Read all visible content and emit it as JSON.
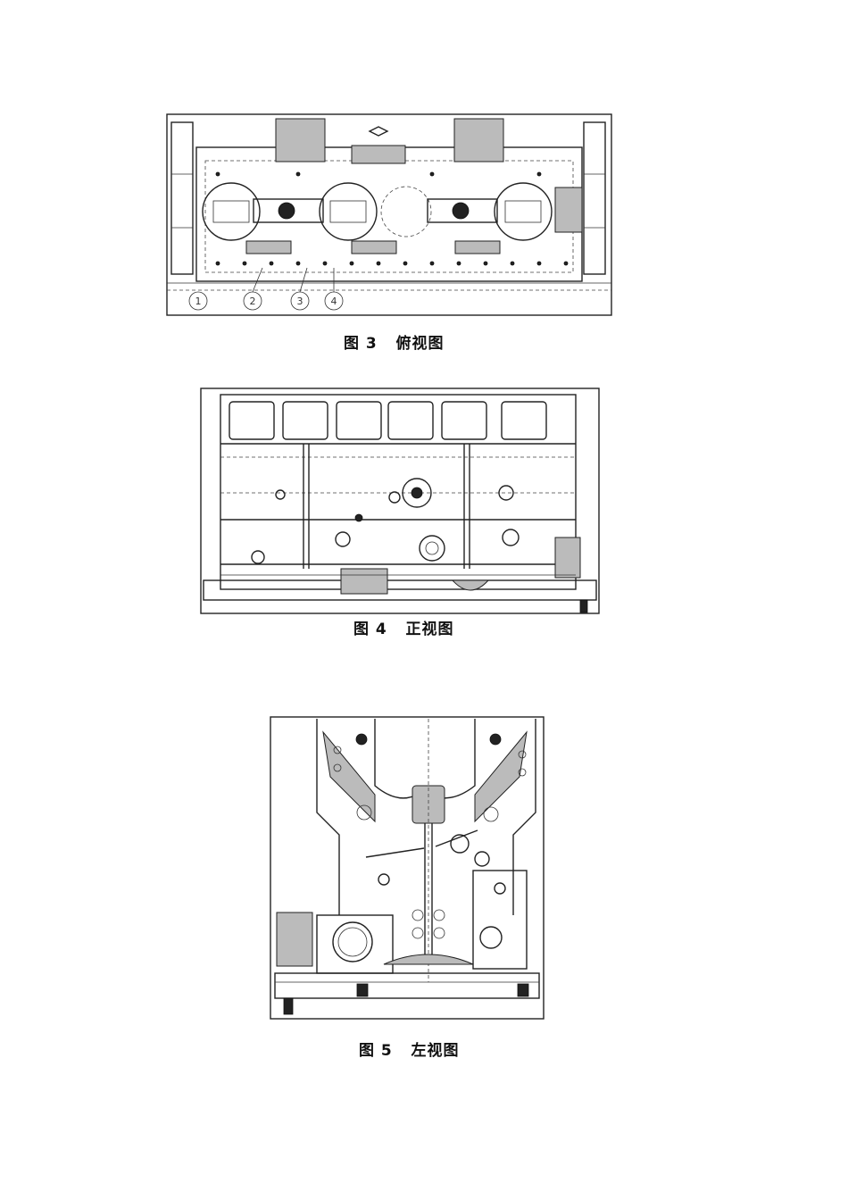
{
  "figures": [
    {
      "caption": "图 3   俯视图",
      "refs": [
        "1",
        "2",
        "3",
        "4"
      ]
    },
    {
      "caption": "图 4   正视图"
    },
    {
      "caption": "图 5   左视图"
    }
  ]
}
